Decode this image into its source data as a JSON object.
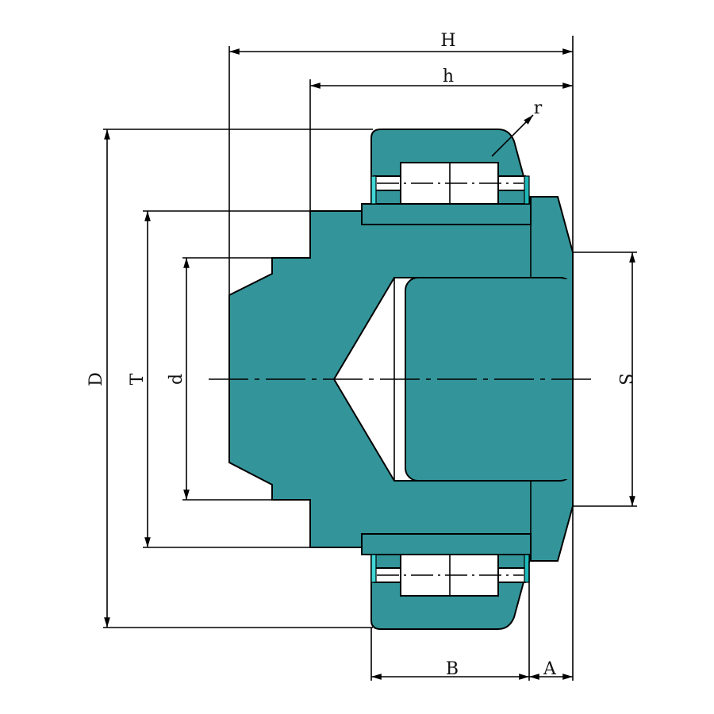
{
  "title": "Bearing cross-section with dimensions",
  "labels": {
    "H": "H",
    "h": "h",
    "r": "r",
    "D": "D",
    "T": "T",
    "d": "d",
    "S": "S",
    "B": "B",
    "A": "A"
  },
  "colors": {
    "body": "#33959a",
    "seal": "#3fd6d6",
    "line": "#000000"
  }
}
